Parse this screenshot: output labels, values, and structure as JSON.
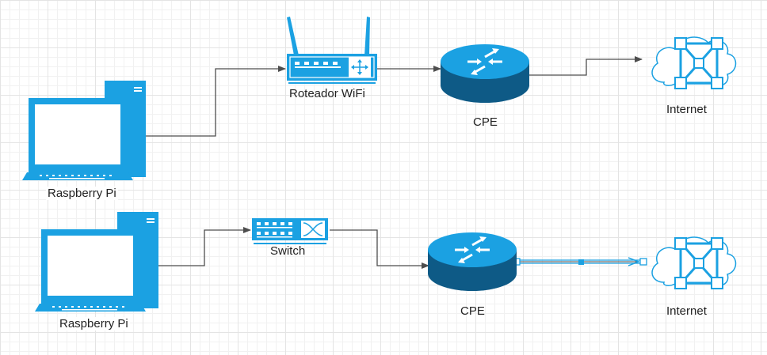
{
  "diagram": {
    "labels": {
      "pi_top": "Raspberry Pi",
      "router": "Roteador WiFi",
      "cpe_top": "CPE",
      "internet_top": "Internet",
      "pi_bottom": "Raspberry Pi",
      "switch": "Switch",
      "cpe_bottom": "CPE",
      "internet_bottom": "Internet"
    },
    "colors": {
      "device": "#1ba1e2",
      "device_dark": "#0e5a86",
      "connector": "#4d4d4d",
      "highlight_link": "#1ba1e2"
    },
    "icons": {
      "pc": "desktop-computer-icon",
      "router": "wifi-router-icon",
      "switch": "network-switch-icon",
      "cpe": "router-cylinder-icon",
      "internet": "internet-cloud-icon"
    }
  }
}
